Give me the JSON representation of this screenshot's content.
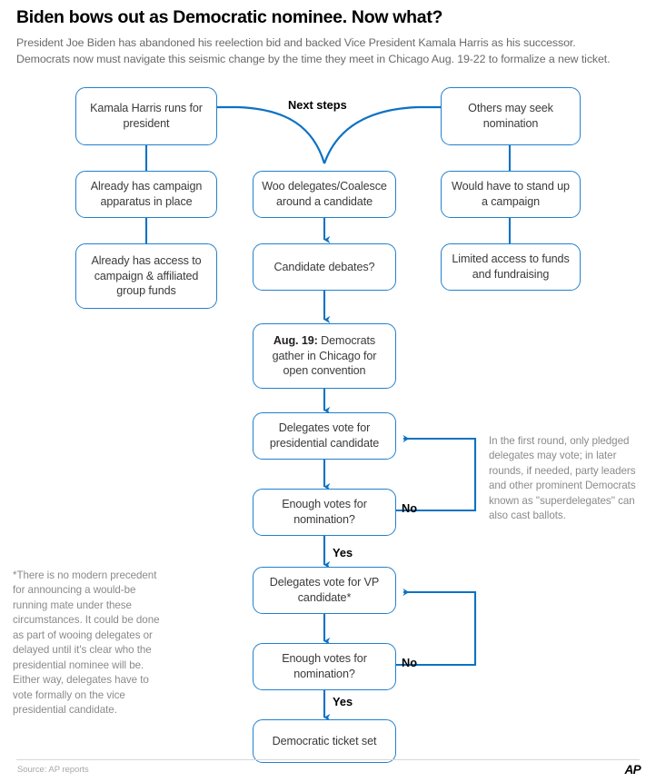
{
  "header": {
    "headline": "Biden bows out as Democratic nominee. Now what?",
    "deck_line1": "President Joe Biden has abandoned his reelection bid and backed Vice President Kamala Harris as his successor.",
    "deck_line2": "Democrats now must navigate this seismic change by the time they meet in Chicago Aug. 19-22 to formalize a new ticket."
  },
  "chart_data": {
    "type": "diagram",
    "title": "Biden bows out as Democratic nominee. Now what?",
    "accent_color": "#2180ce",
    "arrow_color": "#0c72c4"
  },
  "flow": {
    "section_label": "Next steps",
    "nodes": {
      "harris_runs": "Kamala Harris runs for president",
      "harris_apparatus": "Already has campaign apparatus in place",
      "harris_funds": "Already has access to campaign & affiliated group funds",
      "others_seek": "Others may seek nomination",
      "others_standup": "Would have to stand up a campaign",
      "others_limited": "Limited access to funds and fundraising",
      "woo_delegates": "Woo delegates/Coalesce around a candidate",
      "candidate_debates": "Candidate debates?",
      "convention_bold": "Aug. 19:",
      "convention_rest": " Democrats gather in Chicago for open convention",
      "delegates_vote_pres": "Delegates vote for presidential candidate",
      "enough_votes_pres": "Enough votes for nomination?",
      "delegates_vote_vp": "Delegates vote for VP candidate*",
      "enough_votes_vp": "Enough votes for nomination?",
      "ticket_set": "Democratic ticket set"
    },
    "branch_labels": {
      "no_pres": "No",
      "yes_pres": "Yes",
      "no_vp": "No",
      "yes_vp": "Yes"
    }
  },
  "notes": {
    "superdelegates": "In the first round, only pledged delegates may vote; in later rounds, if needed, party leaders and other prominent Democrats known as ''superdelegates'' can also cast ballots.",
    "footnote": "*There is no modern precedent for announcing a would-be running mate under these circumstances. It could be done as part of wooing delegates or delayed until it's clear who the presidential nominee will be. Either way, delegates have to vote formally on the vice presidential candidate."
  },
  "footer": {
    "source": "Source: AP reports",
    "logo": "AP"
  }
}
